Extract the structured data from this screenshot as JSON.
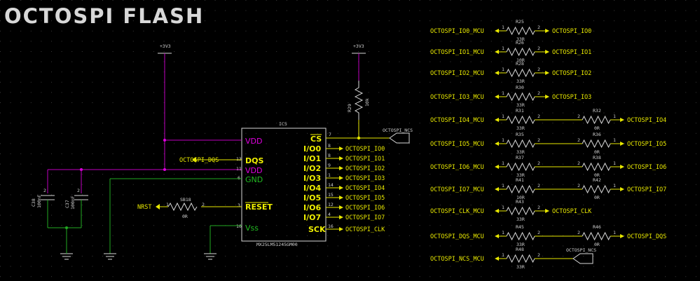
{
  "title": "OCTOSPI FLASH",
  "power_left": "+3V3",
  "power_right": "+3V3",
  "ic": {
    "refdes": "IC5",
    "part": "MX25LM51245GM00",
    "left_pins": [
      {
        "name": "VDD",
        "num": "",
        "color": "m"
      },
      {
        "name": "DQS",
        "num": "13",
        "color": "y"
      },
      {
        "name": "VDD",
        "num": "11",
        "color": "m"
      },
      {
        "name": "GND",
        "num": "6",
        "color": "g"
      },
      {
        "name": "RESET",
        "num": "3",
        "color": "y"
      },
      {
        "name": "Vss",
        "num": "10",
        "color": "g"
      }
    ],
    "right_pins": [
      {
        "name": "CS",
        "num": "7",
        "net": ""
      },
      {
        "name": "I/O0",
        "num": "8",
        "net": "OCTOSPI_IO0"
      },
      {
        "name": "I/O1",
        "num": "8",
        "net": "OCTOSPI_IO1"
      },
      {
        "name": "I/O2",
        "num": "9",
        "net": "OCTOSPI_IO2"
      },
      {
        "name": "I/O3",
        "num": "1",
        "net": "OCTOSPI_IO3"
      },
      {
        "name": "I/O4",
        "num": "14",
        "net": "OCTOSPI_IO4"
      },
      {
        "name": "I/O5",
        "num": "15",
        "net": "OCTOSPI_IO5"
      },
      {
        "name": "I/O6",
        "num": "12",
        "net": "OCTOSPI_IO6"
      },
      {
        "name": "I/O7",
        "num": "4",
        "net": "OCTOSPI_IO7"
      },
      {
        "name": "SCK",
        "num": "16",
        "net": "OCTOSPI_CLK"
      }
    ]
  },
  "dqs_net": "OCTOSPI_DQS",
  "nrst_net": "NRST",
  "cs_net": "OCTOSPI_NCS",
  "r29": {
    "ref": "R29",
    "val": "10k"
  },
  "r18": {
    "ref": "SB18",
    "val": "0R"
  },
  "caps": [
    {
      "ref": "C38",
      "val": "100nF"
    },
    {
      "ref": "C37",
      "val": "100nF"
    }
  ],
  "pin1": "1",
  "pin2": "2",
  "right_rows": [
    {
      "left": "OCTOSPI_IO0_MCU",
      "r1": "R25",
      "v1": "33R",
      "r2": "",
      "v2": "",
      "right": "OCTOSPI_IO0"
    },
    {
      "left": "OCTOSPI_IO1_MCU",
      "r1": "R26",
      "v1": "10R",
      "r2": "",
      "v2": "",
      "right": "OCTOSPI_IO1"
    },
    {
      "left": "OCTOSPI_IO2_MCU",
      "r1": "R28",
      "v1": "33R",
      "r2": "",
      "v2": "",
      "right": "OCTOSPI_IO2"
    },
    {
      "left": "OCTOSPI_IO3_MCU",
      "r1": "R30",
      "v1": "33R",
      "r2": "",
      "v2": "",
      "right": "OCTOSPI_IO3"
    },
    {
      "left": "OCTOSPI_IO4_MCU",
      "r1": "R31",
      "v1": "33R",
      "r2": "R32",
      "v2": "0R",
      "right": "OCTOSPI_IO4"
    },
    {
      "left": "OCTOSPI_IO5_MCU",
      "r1": "R35",
      "v1": "33R",
      "r2": "R36",
      "v2": "0R",
      "right": "OCTOSPI_IO5"
    },
    {
      "left": "OCTOSPI_IO6_MCU",
      "r1": "R37",
      "v1": "33R",
      "r2": "R38",
      "v2": "0R",
      "right": "OCTOSPI_IO6"
    },
    {
      "left": "OCTOSPI_IO7_MCU",
      "r1": "R41",
      "v1": "10R",
      "r2": "R42",
      "v2": "0R",
      "right": "OCTOSPI_IO7"
    },
    {
      "left": "OCTOSPI_CLK_MCU",
      "r1": "R43",
      "v1": "33R",
      "r2": "",
      "v2": "",
      "right": "OCTOSPI_CLK"
    },
    {
      "left": "OCTOSPI_DQS_MCU",
      "r1": "R45",
      "v1": "33R",
      "r2": "R46",
      "v2": "0R",
      "right": "OCTOSPI_DQS"
    },
    {
      "left": "OCTOSPI_NCS_MCU",
      "r1": "R48",
      "v1": "33R",
      "r2": "",
      "v2": "",
      "right": "OCTOSPI_NCS"
    }
  ]
}
